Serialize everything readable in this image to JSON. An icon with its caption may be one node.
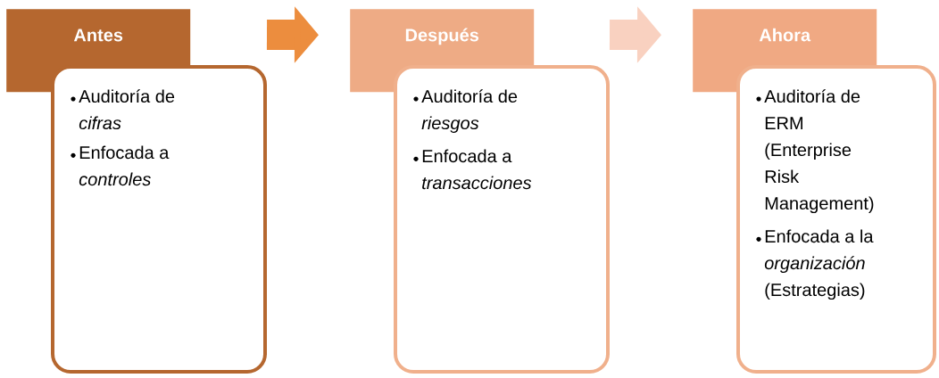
{
  "diagram": {
    "nodes": [
      {
        "text": [
          "Antes"
        ]
      },
      {
        "text": [
          "Auditoría de *cifras*",
          "Enfocada a *controles*"
        ]
      },
      {
        "text": [
          "Después"
        ]
      },
      {
        "text": [
          "Auditoría de *riesgos*",
          "Enfocada a *transacciones*"
        ]
      },
      {
        "text": [
          "Ahora"
        ]
      },
      {
        "text": [
          "Auditoría de ERM (Enterprise Risk Management)",
          "Enfocada a la *organización* (Estrategias)"
        ]
      }
    ],
    "edges": [
      {
        "from": 1,
        "to": 2,
        "arrow": "to",
        "color": "#ec8d3e"
      },
      {
        "from": 3,
        "to": 4,
        "arrow": "to",
        "color": "#f9d1c0"
      }
    ]
  }
}
